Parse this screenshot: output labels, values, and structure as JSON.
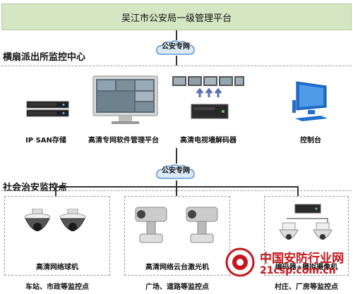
{
  "top_bar": {
    "title": "吴江市公安局一级管理平台"
  },
  "network_label_1": "公安专网",
  "network_label_2": "公安专网",
  "monitor_center": {
    "title": "横扇派出所监控中心",
    "devices": [
      {
        "label": "IP SAN存储",
        "icon": "storage-server-icon"
      },
      {
        "label": "高清专网软件管理平台",
        "icon": "monitor-icon"
      },
      {
        "label": "高清电视墙解码器",
        "icon": "decoder-icon"
      },
      {
        "label": "控制台",
        "icon": "console-computer-icon"
      }
    ]
  },
  "security_points": {
    "title": "社会治安监控点",
    "groups": [
      {
        "device": "高清网络球机",
        "location": "车站、市政等监控点"
      },
      {
        "device": "高清网络云台激光机",
        "location": "广场、道路等监控点"
      },
      {
        "device": "编码器+模拟摄像机",
        "location": "村庄、厂房等监控点"
      }
    ]
  },
  "watermark": {
    "name": "中国安防行业网",
    "url": "21csp.com.cn"
  },
  "colors": {
    "top_bar_bg": "#d4e6c2",
    "cloud_fill": "#dbe9f7",
    "cloud_stroke": "#4a86c8",
    "arrow": "#5b6fb0",
    "watermark_red": "#c8151b"
  }
}
